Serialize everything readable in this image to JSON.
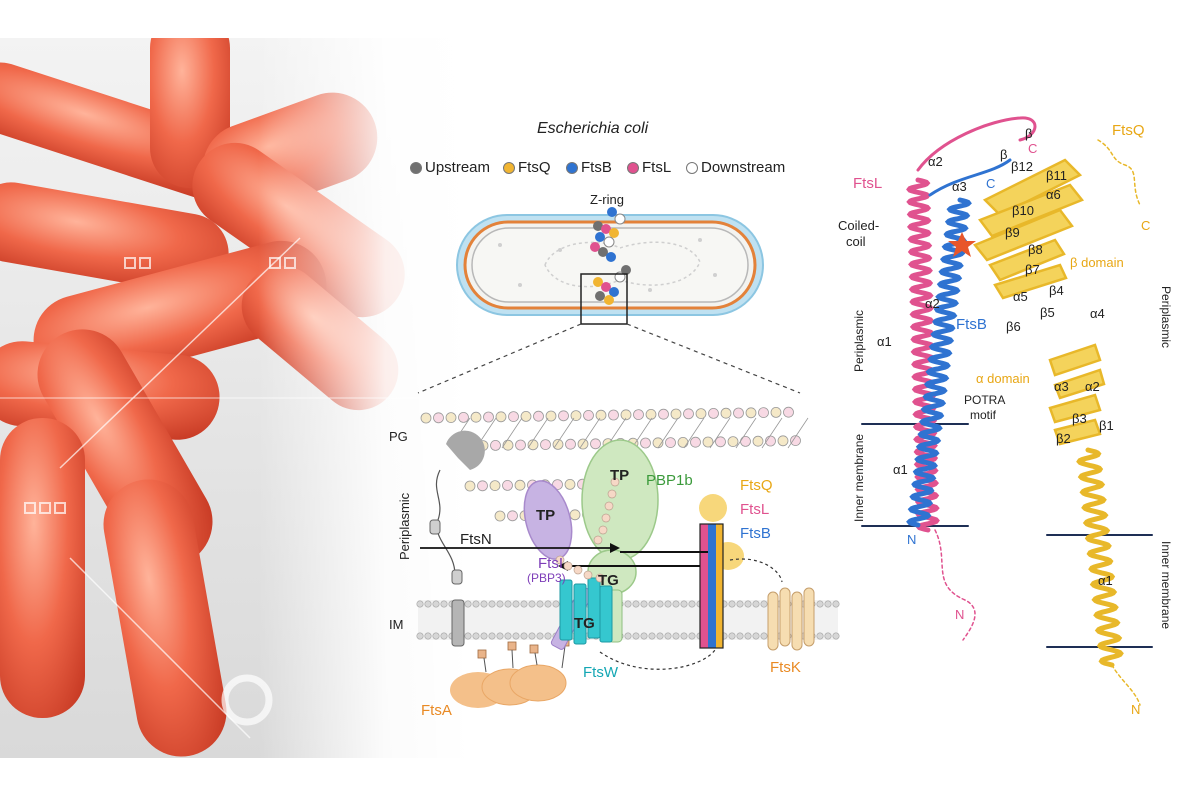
{
  "cell_diagram": {
    "title": "Escherichia coli",
    "legend": [
      {
        "label": "Upstream",
        "color": "#707070"
      },
      {
        "label": "FtsQ",
        "color": "#f1b532"
      },
      {
        "label": "FtsB",
        "color": "#2f73d1"
      },
      {
        "label": "FtsL",
        "color": "#e0528f"
      },
      {
        "label": "Downstream",
        "color": "#ffffff"
      }
    ],
    "z_ring": "Z-ring"
  },
  "divisome": {
    "pg": "PG",
    "periplasmic": "Periplasmic",
    "im": "IM",
    "tp_pbp1b": "TP",
    "pbp1b": "PBP1b",
    "tp_ftsi": "TP",
    "ftsn": "FtsN",
    "ftsi": "FtsI",
    "pbp3": "(PBP3)",
    "tg_upper": "TG",
    "tg_lower": "TG",
    "ftsq": "FtsQ",
    "ftsl": "FtsL",
    "ftsb": "FtsB",
    "ftsw": "FtsW",
    "ftsk": "FtsK",
    "ftsa": "FtsA"
  },
  "structure": {
    "ftsq_title": "FtsQ",
    "ftsl_title": "FtsL",
    "ftsb_label": "FtsB",
    "coiled": "Coiled-",
    "coil": "coil",
    "beta_domain": "β domain",
    "alpha_domain": "α domain",
    "potra": "POTRA",
    "motif": "motif",
    "periplasmic_left": "Periplasmic",
    "periplasmic_right": "Periplasmic",
    "inner_membrane_left": "Inner membrane",
    "inner_membrane_right": "Inner membrane",
    "term_c_gold": "C",
    "term_c_pink": "C",
    "term_c_blue": "C",
    "term_n_blue": "N",
    "term_n_pink": "N",
    "term_n_gold": "N",
    "alpha2_top": "α2",
    "alpha3": "α3",
    "alpha2_mid": "α2",
    "alpha1_pink": "α1",
    "alpha1_blue": "α1",
    "beta_top": "β",
    "beta_top2": "β",
    "b12": "β12",
    "b11": "β11",
    "b10": "β10",
    "a6": "α6",
    "b9": "β9",
    "b8": "β8",
    "b7": "β7",
    "a5": "α5",
    "b4": "β4",
    "b5": "β5",
    "b6": "β6",
    "a4": "α4",
    "a3": "α3",
    "a2": "α2",
    "b3": "β3",
    "b2": "β2",
    "b1": "β1",
    "a1_ftsq": "α1"
  }
}
